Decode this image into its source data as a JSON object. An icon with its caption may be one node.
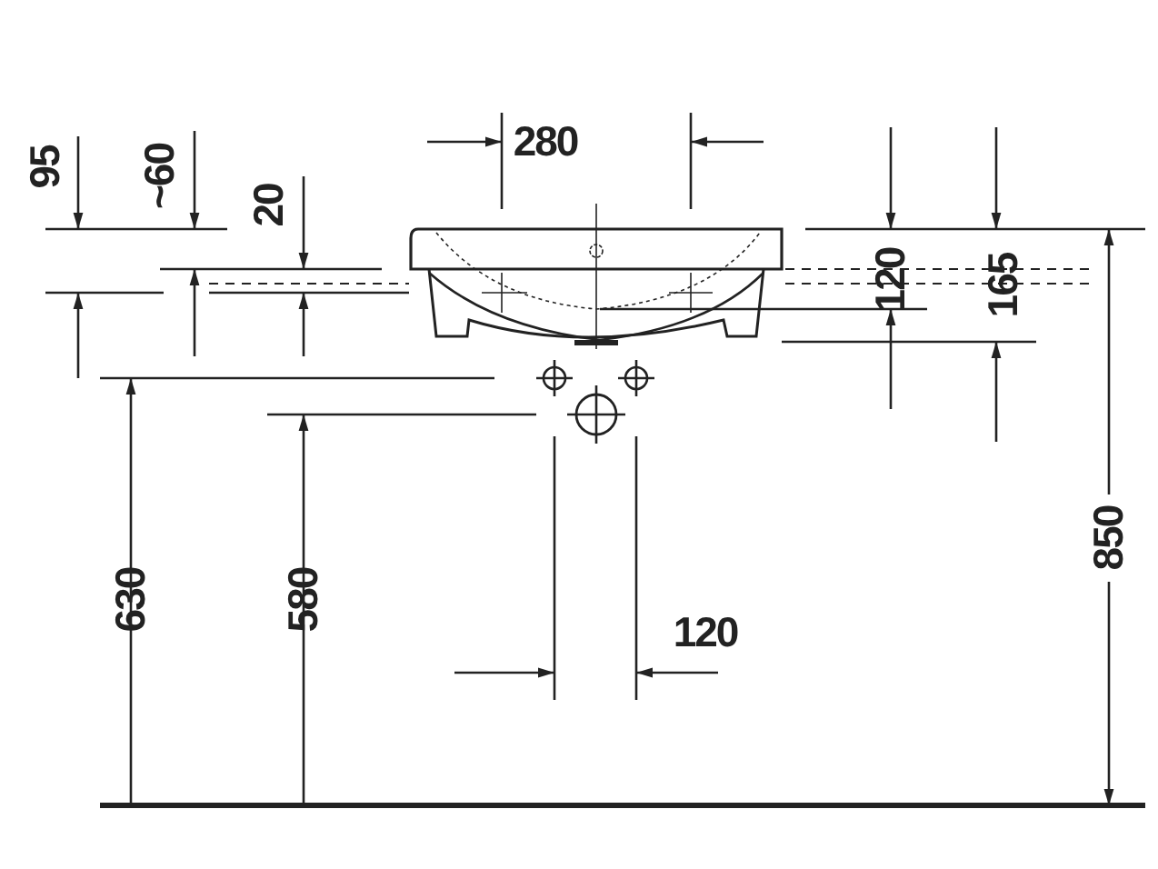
{
  "diagram": {
    "labels": [
      "95",
      "~60",
      "20",
      "280",
      "120",
      "165",
      "850",
      "630",
      "580",
      "120"
    ]
  }
}
